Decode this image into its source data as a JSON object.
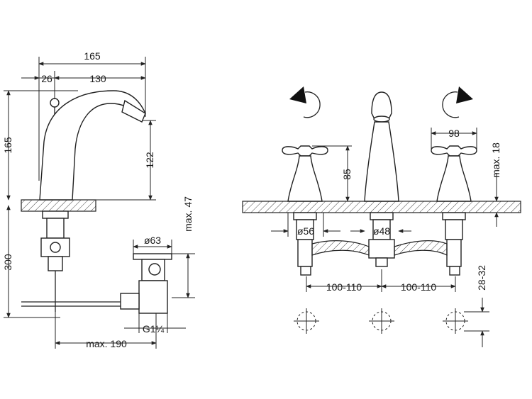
{
  "dimensions": {
    "side": {
      "overall_width": "165",
      "spout_offset": "26",
      "spout_reach": "130",
      "total_height": "165",
      "outlet_height": "122",
      "below_deck": "300",
      "waste_diameter": "ø63",
      "waste_max": "max. 47",
      "waste_thread": "G1¼",
      "pull_rod": "max. 190"
    },
    "front": {
      "handle_width": "98",
      "handle_height": "85",
      "deck_max": "max. 18",
      "handle_base_dia": "ø56",
      "spout_base_dia": "ø48",
      "left_spacing": "100-110",
      "right_spacing": "100-110",
      "hole_dia": "28-32"
    }
  },
  "icons": {
    "left": "rotate-counterclockwise-icon",
    "right": "rotate-clockwise-icon"
  }
}
